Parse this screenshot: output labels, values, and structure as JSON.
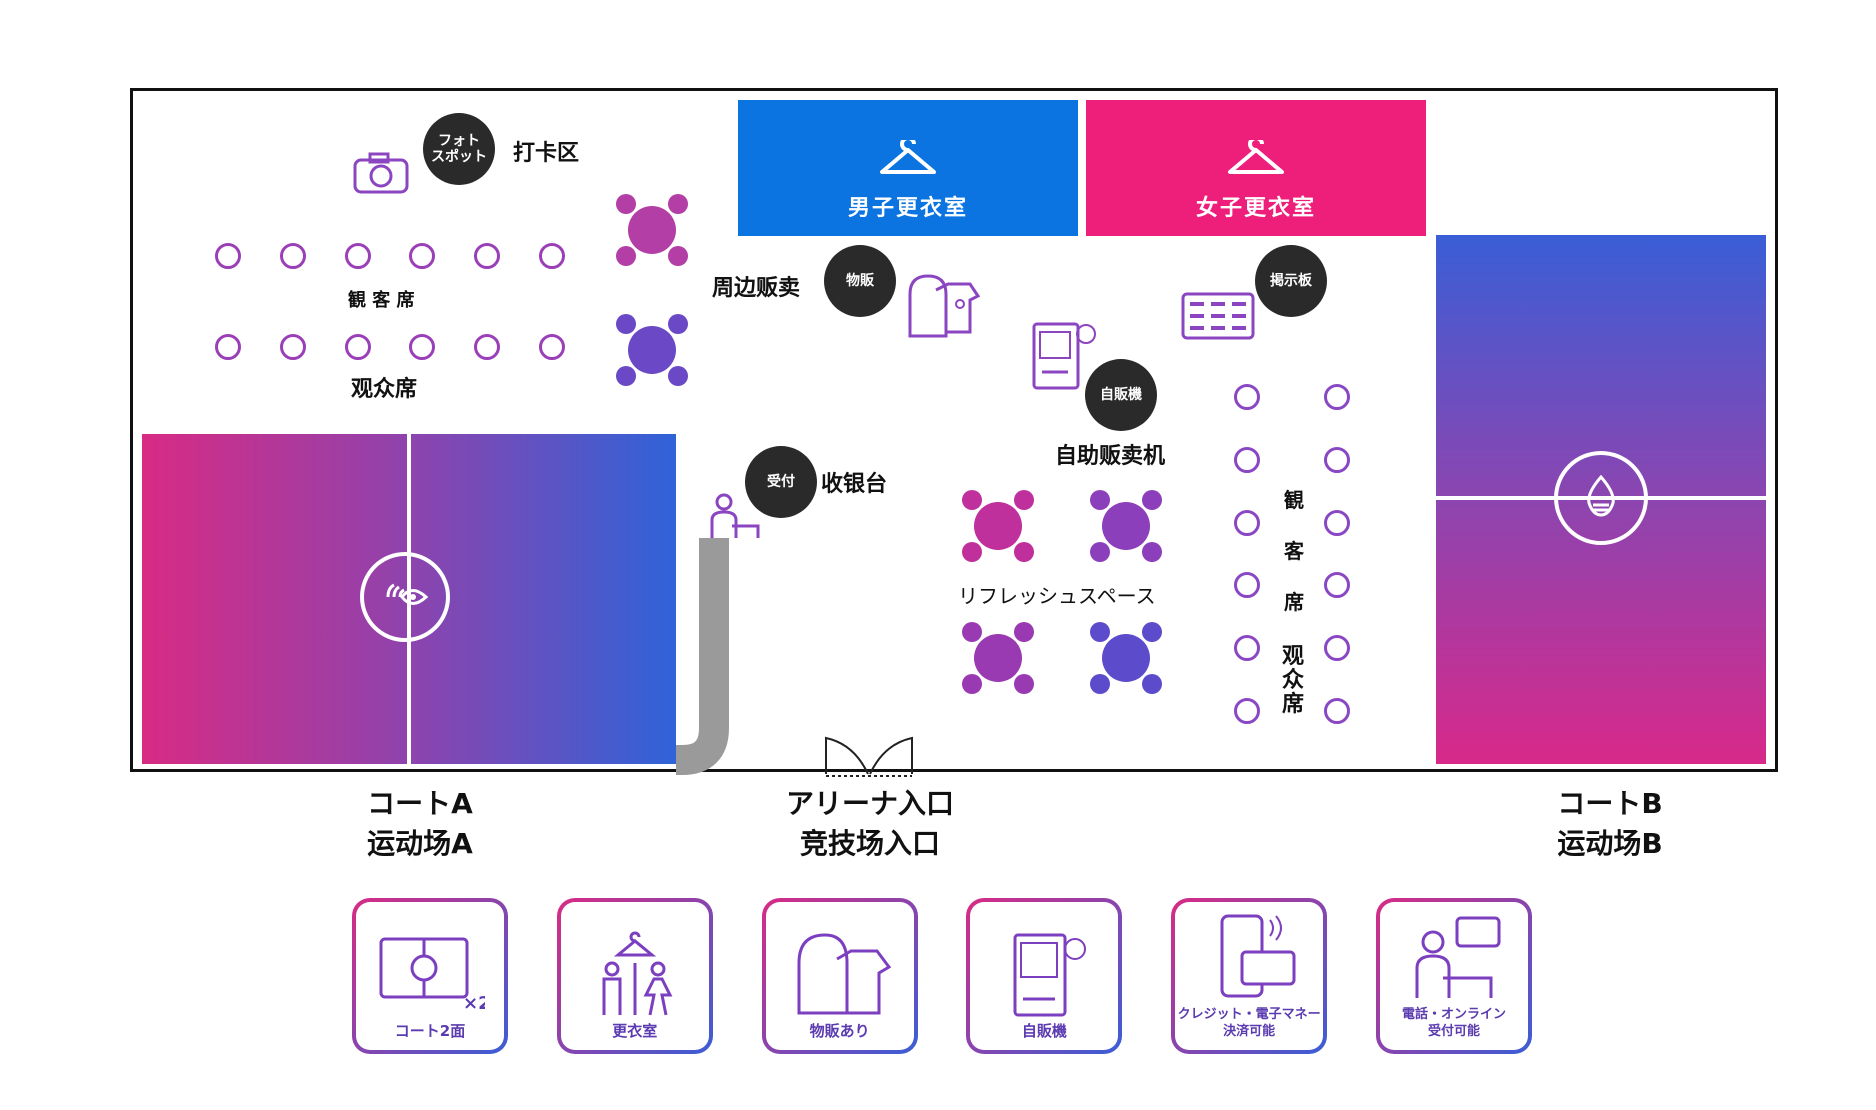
{
  "colors": {
    "male": "#0b74e0",
    "female": "#ee1f7a",
    "gradient_pink": "#d82b84",
    "gradient_blue": "#3a5ed6",
    "bubble": "#2a2a2a"
  },
  "rooms": {
    "male_label": "男子更衣室",
    "female_label": "女子更衣室"
  },
  "photo_spot": {
    "bubble": "フォト\nスポット",
    "label": "打卡区"
  },
  "merch": {
    "bubble": "物販",
    "label": "周边贩卖"
  },
  "board": {
    "bubble": "掲示板"
  },
  "vending": {
    "bubble": "自販機",
    "label": "自助贩卖机"
  },
  "reception": {
    "bubble": "受付",
    "label": "收银台"
  },
  "seating_left": {
    "label_jp": "観 客 席",
    "label_cn": "观众席"
  },
  "seating_right": {
    "label_jp_1": "観",
    "label_jp_2": "客",
    "label_jp_3": "席",
    "label_cn_1": "观",
    "label_cn_2": "众",
    "label_cn_3": "席"
  },
  "refresh": {
    "label": "リフレッシュスペース"
  },
  "court_a": {
    "line1": "コートA",
    "line2": "运动场A"
  },
  "court_b": {
    "line1": "コートB",
    "line2": "运动场B"
  },
  "entrance": {
    "line1": "アリーナ入口",
    "line2": "竞技场入口"
  },
  "legend": [
    {
      "text": "コート2面",
      "icon": "court-icon"
    },
    {
      "text": "更衣室",
      "icon": "locker-room-icon"
    },
    {
      "text": "物販あり",
      "icon": "merch-icon"
    },
    {
      "text": "自販機",
      "icon": "vending-machine-icon"
    },
    {
      "text": "クレジット・電子マネー\n決済可能",
      "icon": "payment-icon"
    },
    {
      "text": "電話・オンライン\n受付可能",
      "icon": "reception-icon"
    }
  ]
}
